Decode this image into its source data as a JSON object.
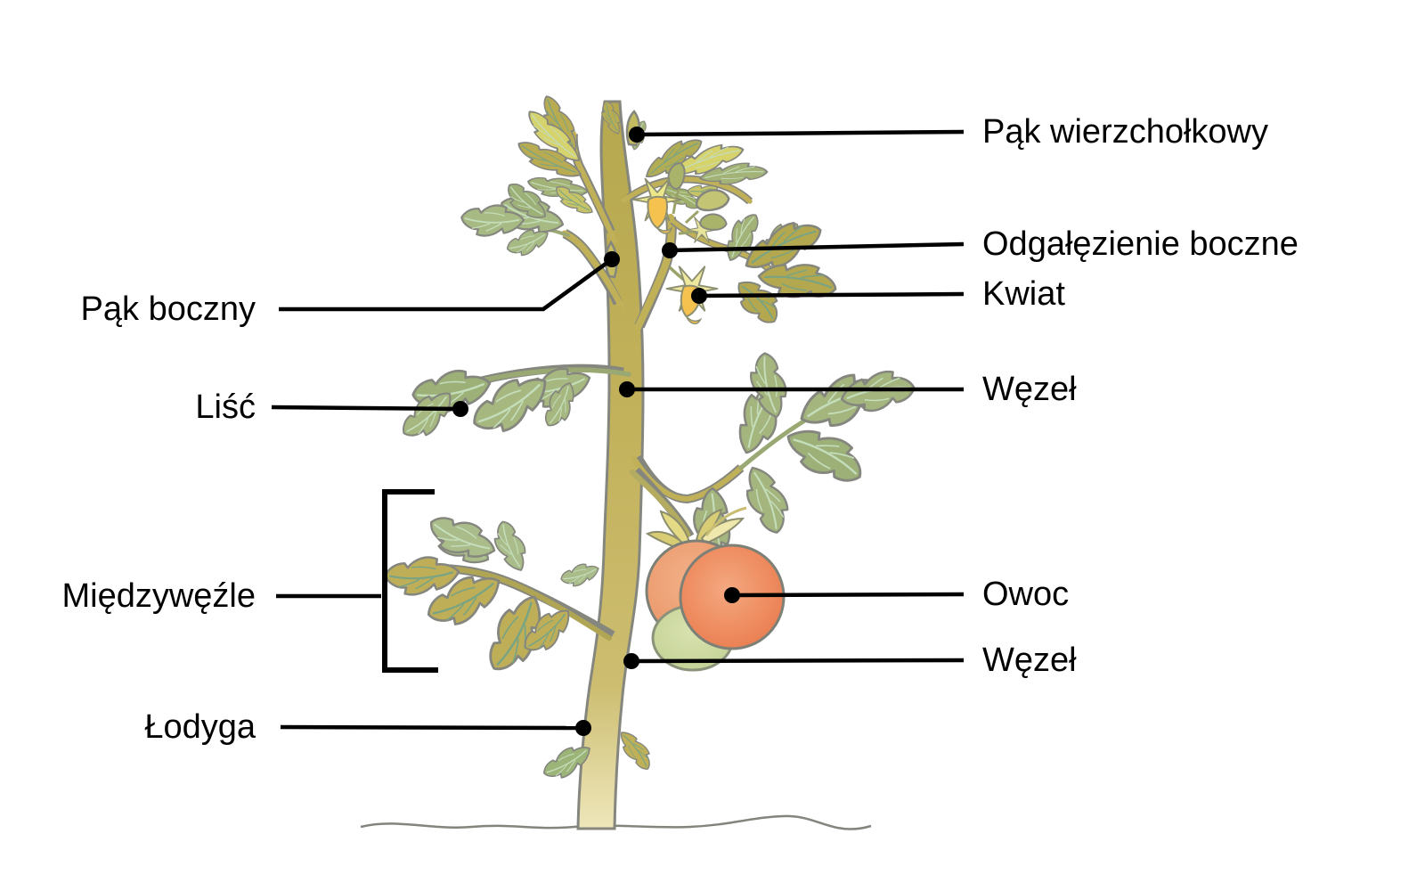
{
  "diagram": {
    "labels": {
      "pak_wierzcholkowy": "Pąk wierzchołkowy",
      "odgalezienie_boczne": "Odgałęzienie boczne",
      "kwiat": "Kwiat",
      "wezel_gorny": "Węzeł",
      "owoc": "Owoc",
      "wezel_dolny": "Węzeł",
      "pak_boczny": "Pąk boczny",
      "lisc": "Liść",
      "miedzywezle": "Międzywęźle",
      "lodyga": "Łodyga"
    },
    "colors": {
      "background": "#ffffff",
      "label_text": "#000000",
      "leader_line": "#000000",
      "outline_gray": "#85877e",
      "stem": "#c3b25c",
      "stem_base": "#ece4b4",
      "leaf_green": "#a6b77f",
      "leaf_olive": "#b9ab52",
      "leaf_yellow_green": "#d6d26c",
      "vein_mint": "#c4ddba",
      "vein_teal": "#79a483",
      "flower_yellow": "#f6c24f",
      "petal_pale": "#ece789",
      "fruit_orange": "#ec8259",
      "fruit_salmon": "#efa477",
      "fruit_green": "#cdd9a2",
      "ground": "#82857c"
    }
  }
}
